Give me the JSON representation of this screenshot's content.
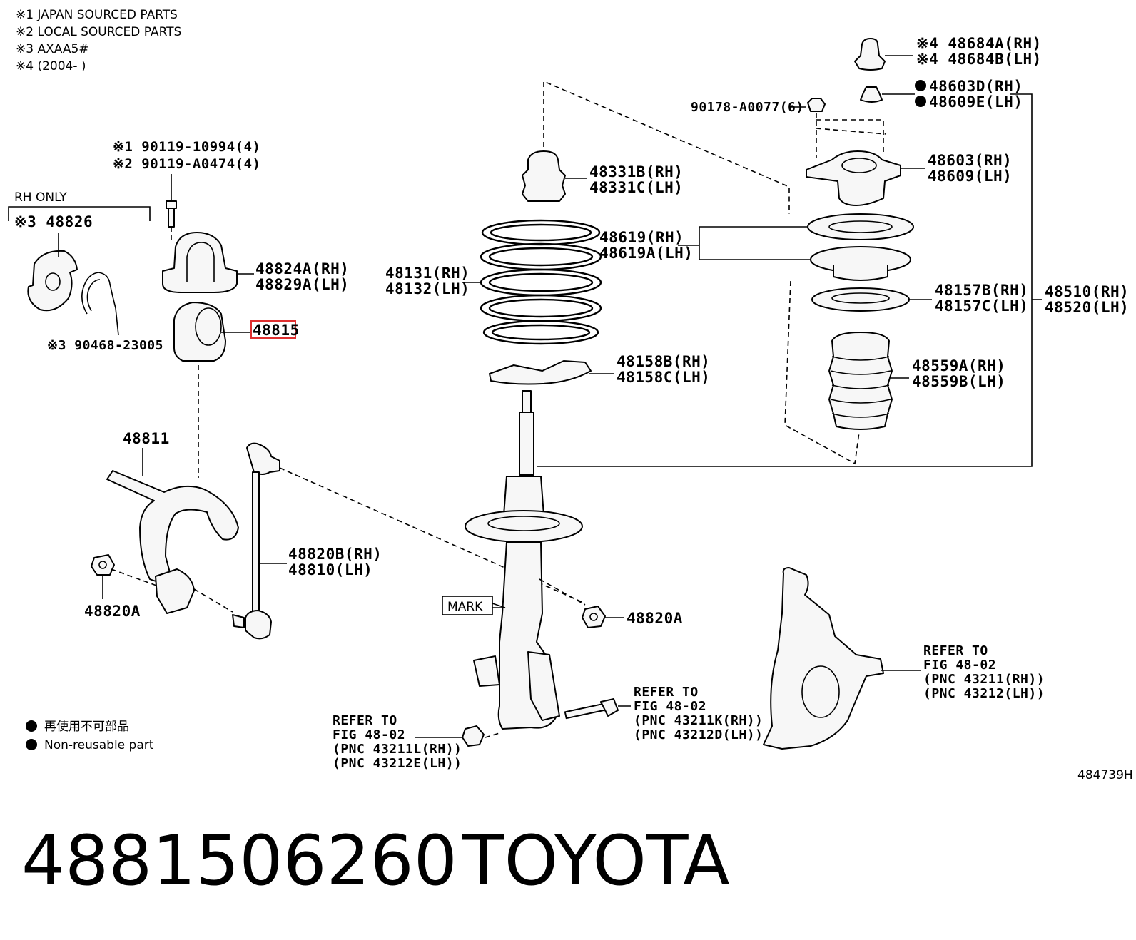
{
  "notes": [
    "※1 JAPAN SOURCED PARTS",
    "※2 LOCAL SOURCED PARTS",
    "※3 AXAA5#",
    "※4 (2004-      )"
  ],
  "legend": {
    "jp": "再使用不可部品",
    "en": "Non-reusable part"
  },
  "rh_only": "RH ONLY",
  "figure_id": "484739H",
  "part_number": "4881506260",
  "brand": "TOYOTA",
  "labels": {
    "bolt_1": "※1 90119-10994(4)",
    "bolt_2": "※2 90119-A0474(4)",
    "p48826": "※3 48826",
    "p90468": "※3 90468-23005",
    "bracket_rh": "48824A(RH)",
    "bracket_lh": "48829A(LH)",
    "bushing": "48815",
    "stabilizer": "48811",
    "nut_left": "48820A",
    "link_rh": "48820B(RH)",
    "link_lh": "48810(LH)",
    "nut_right": "48820A",
    "bumper_rh": "48331B(RH)",
    "bumper_lh": "48331C(LH)",
    "spring_rh": "48131(RH)",
    "spring_lh": "48132(LH)",
    "seat_rh": "48619(RH)",
    "seat_lh": "48619A(LH)",
    "lower_insul_rh": "48158B(RH)",
    "lower_insul_lh": "48158C(LH)",
    "cap_rh": "※4 48684A(RH)",
    "cap_lh": "※4 48684B(LH)",
    "nut_top_rh": "48603D(RH)",
    "nut_top_lh": "48609E(LH)",
    "mount_nut": "90178-A0077(6)",
    "mount_rh": "48603(RH)",
    "mount_lh": "48609(LH)",
    "bearing_rh": "48157B(RH)",
    "bearing_lh": "48157C(LH)",
    "strut_rh": "48510(RH)",
    "strut_lh": "48520(LH)",
    "boot_rh": "48559A(RH)",
    "boot_lh": "48559B(LH)",
    "mark": "MARK",
    "ref_nut": [
      "REFER TO",
      "FIG 48-02",
      "(PNC 43211L(RH))",
      "(PNC 43212E(LH))"
    ],
    "ref_bolt": [
      "REFER TO",
      "FIG 48-02",
      "(PNC 43211K(RH))",
      "(PNC 43212D(LH))"
    ],
    "ref_knuckle": [
      "REFER TO",
      "FIG 48-02",
      "(PNC 43211(RH))",
      "(PNC 43212(LH))"
    ]
  },
  "colors": {
    "highlight": "#e03030",
    "ink": "#000000"
  }
}
